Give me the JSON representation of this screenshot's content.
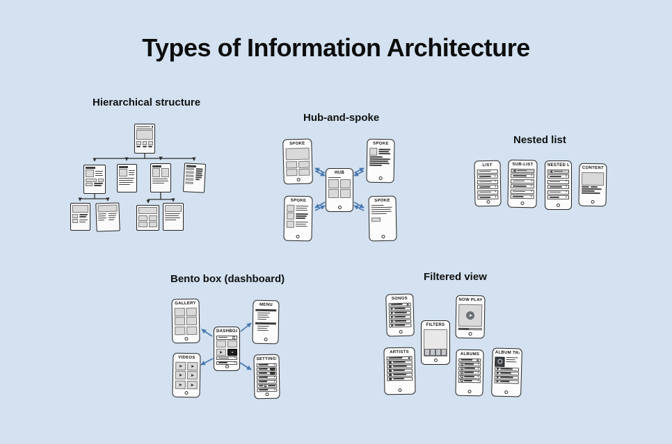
{
  "title": "Types of Information Architecture",
  "sections": {
    "hierarchical": {
      "label": "Hierarchical structure"
    },
    "hub_and_spoke": {
      "label": "Hub-and-spoke",
      "hub": "HUB",
      "spoke": "SPOKE"
    },
    "nested_list": {
      "label": "Nested list",
      "list": "LIST",
      "sub_list": "SUB-LIST",
      "nested_list": "NESTED LIST",
      "content": "CONTENT"
    },
    "bento_box": {
      "label": "Bento box (dashboard)",
      "dashboard": "DASHBOARD",
      "gallery": "GALLERY",
      "menu": "MENU",
      "videos": "VIDEOS",
      "settings": "SETTINGS"
    },
    "filtered_view": {
      "label": "Filtered view",
      "songs": "SONGS",
      "filters": "FILTERS",
      "now_playing": "NOW PLAYING",
      "artists": "ARTISTS",
      "albums": "ALBUMS",
      "album_tracks": "ALBUM TRACKS"
    }
  },
  "colors": {
    "background": "#d3e1f0",
    "ink": "#222222",
    "arrow_blue": "#4878b0",
    "placeholder_gray": "#d9d9d9"
  }
}
